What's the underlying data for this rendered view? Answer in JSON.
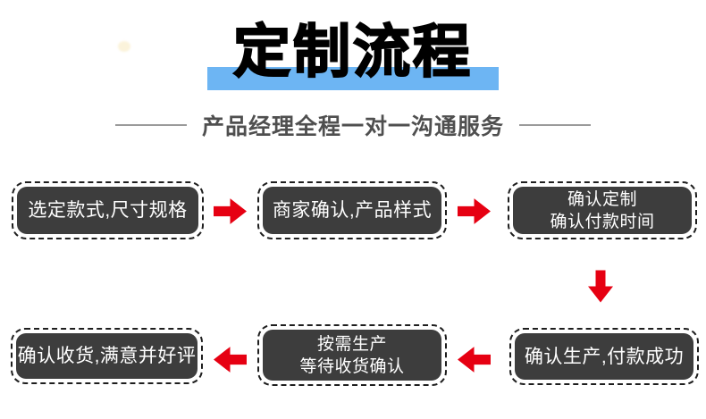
{
  "title": {
    "text": "定制流程"
  },
  "subtitle": {
    "text": "产品经理全程一对一沟通服务"
  },
  "colors": {
    "accent_blue": "#6db5f3",
    "arrow_red": "#e60012",
    "box_dark": "#3d3d3d",
    "divider_gray": "#9a9a9a"
  },
  "flow": {
    "steps": [
      {
        "id": "step-1",
        "line1": "选定款式,尺寸规格",
        "line2": null
      },
      {
        "id": "step-2",
        "line1": "商家确认,产品样式",
        "line2": null
      },
      {
        "id": "step-3",
        "line1": "确认定制",
        "line2": "确认付款时间"
      },
      {
        "id": "step-4",
        "line1": "确认生产,付款成功",
        "line2": null
      },
      {
        "id": "step-5",
        "line1": "按需生产",
        "line2": "等待收货确认"
      },
      {
        "id": "step-6",
        "line1": "确认收货,满意并好评",
        "line2": null
      }
    ]
  }
}
